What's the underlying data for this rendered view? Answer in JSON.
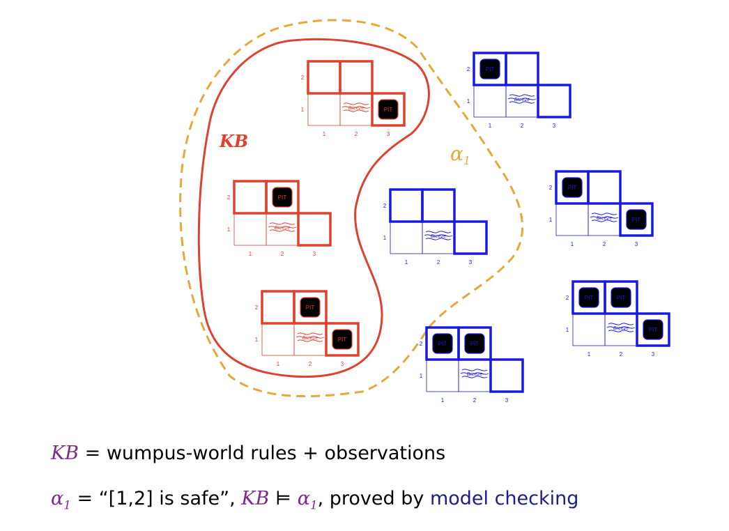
{
  "diagram": {
    "kb_label": "KB",
    "alpha_symbol": "α",
    "alpha_subscript": "1",
    "cell_labels": {
      "pit": "PIT",
      "breeze": "Breeze"
    },
    "col_ticks": [
      "1",
      "2",
      "3"
    ],
    "row_ticks": [
      "1",
      "2"
    ],
    "colors": {
      "kb": "#e0402e",
      "other": "#1a1adf",
      "alpha_boundary": "#e8a838"
    },
    "models": [
      {
        "pits": [
          [
            3,
            1
          ]
        ],
        "in_kb": true
      },
      {
        "pits": [
          [
            2,
            2
          ]
        ],
        "in_kb": true
      },
      {
        "pits": [
          [
            2,
            2
          ],
          [
            3,
            1
          ]
        ],
        "in_kb": true
      },
      {
        "pits": [],
        "in_kb": false
      },
      {
        "pits": [
          [
            1,
            2
          ],
          [
            2,
            2
          ],
          [
            3,
            1
          ]
        ],
        "in_kb": false
      },
      {
        "pits": [
          [
            1,
            2
          ]
        ],
        "in_kb": false
      },
      {
        "pits": [
          [
            1,
            2
          ],
          [
            3,
            1
          ]
        ],
        "in_kb": false
      },
      {
        "pits": [
          [
            1,
            2
          ],
          [
            2,
            2
          ]
        ],
        "in_kb": false
      }
    ]
  },
  "captions": {
    "line1": {
      "kb": "KB",
      "eq": " = ",
      "text": "wumpus-world rules + observations"
    },
    "line2": {
      "alpha": "α",
      "alpha_sub": "1",
      "eq": " = ",
      "quote": "“[1,2] is safe”, ",
      "kb": "KB",
      "entails": " ⊨ ",
      "alpha2": "α",
      "alpha2_sub": "1",
      "text": ", proved by ",
      "method": "model checking"
    }
  }
}
